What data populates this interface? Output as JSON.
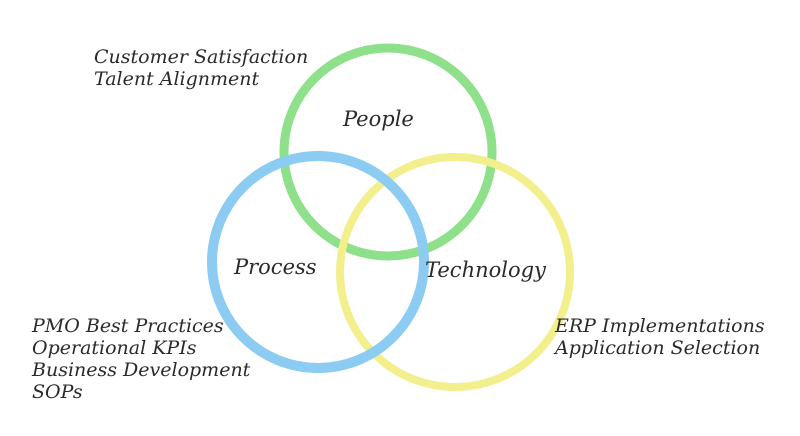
{
  "circles": [
    {
      "label": "People",
      "color": "#8ee08a",
      "items": [
        "Customer Satisfaction",
        "Talent Alignment"
      ]
    },
    {
      "label": "Process",
      "color": "#8ccbf2",
      "items": [
        "PMO Best Practices",
        "Operational KPIs",
        "Business Development",
        "SOPs"
      ]
    },
    {
      "label": "Technology",
      "color": "#f3ef8c",
      "items": [
        "ERP Implementations",
        "Application Selection"
      ]
    }
  ]
}
